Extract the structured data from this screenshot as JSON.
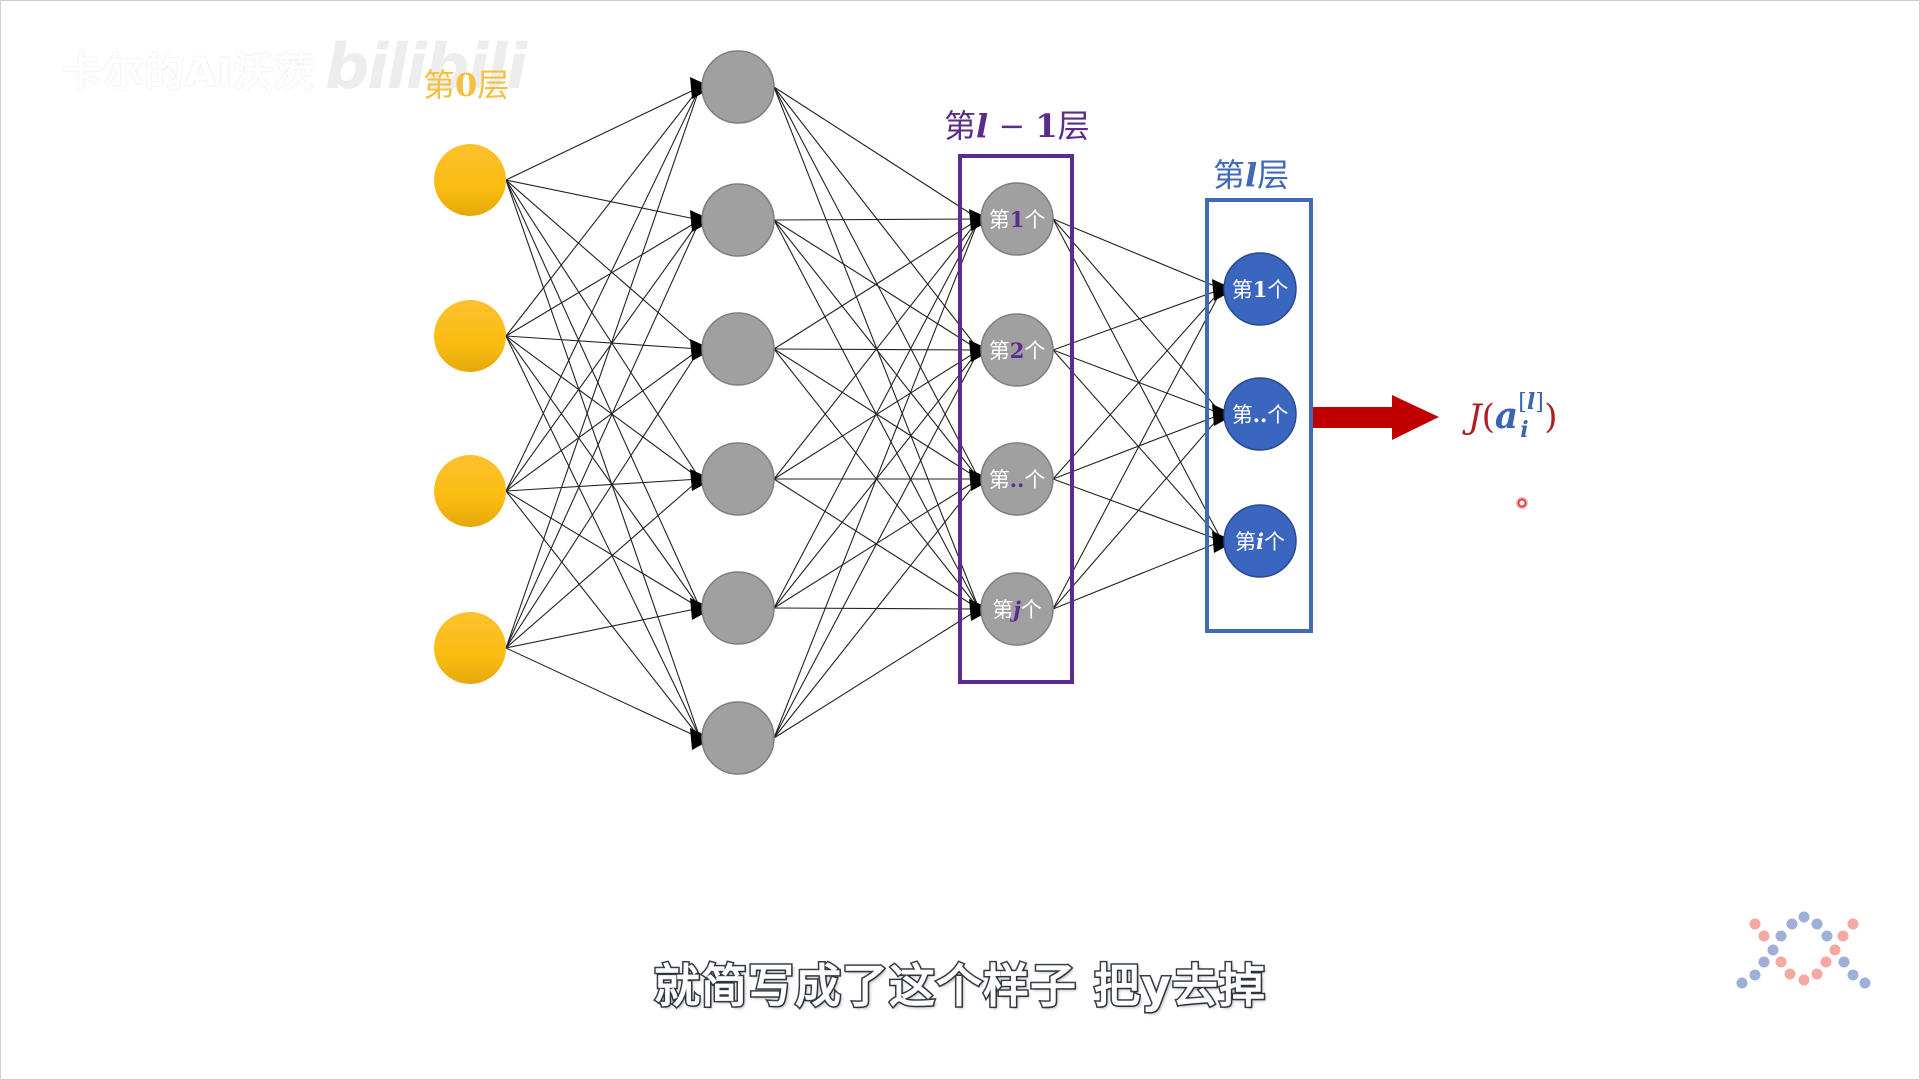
{
  "watermark": {
    "text": "卡尔的AI沃茨",
    "logo": "bilibili"
  },
  "layers": {
    "input": {
      "label_prefix": "第",
      "label_num": "0",
      "label_suffix": "层",
      "node_count": 4,
      "color": "#fbbf1a"
    },
    "hidden": {
      "node_count": 6,
      "color": "#a0a0a0"
    },
    "prev_layer": {
      "label_prefix": "第",
      "label_sym": "l",
      "label_rest": " − ",
      "label_num": "1",
      "label_suffix": "层",
      "color": "#5b2c8e",
      "nodes": [
        {
          "prefix": "第",
          "var": "1",
          "italic": false,
          "suffix": "个"
        },
        {
          "prefix": "第",
          "var": "2",
          "italic": false,
          "suffix": "个"
        },
        {
          "prefix": "第",
          "var": "..",
          "italic": false,
          "suffix": "个"
        },
        {
          "prefix": "第",
          "var": "j",
          "italic": true,
          "suffix": "个"
        }
      ]
    },
    "current_layer": {
      "label_prefix": "第",
      "label_sym": "l",
      "label_suffix": "层",
      "color": "#4268b8",
      "nodes": [
        {
          "prefix": "第",
          "var": "1",
          "italic": false,
          "suffix": "个"
        },
        {
          "prefix": "第",
          "var": "..",
          "italic": false,
          "suffix": "个"
        },
        {
          "prefix": "第",
          "var": "i",
          "italic": true,
          "suffix": "个"
        }
      ]
    }
  },
  "output": {
    "arrow_color": "#c00000",
    "formula": {
      "func": "J",
      "open": "(",
      "var": "a",
      "sup": "[l]",
      "sup_open": "[",
      "sup_var": "l",
      "sup_close": "]",
      "sub": "i",
      "close": ")"
    }
  },
  "subtitle": "就简写成了这个样子  把y去掉"
}
